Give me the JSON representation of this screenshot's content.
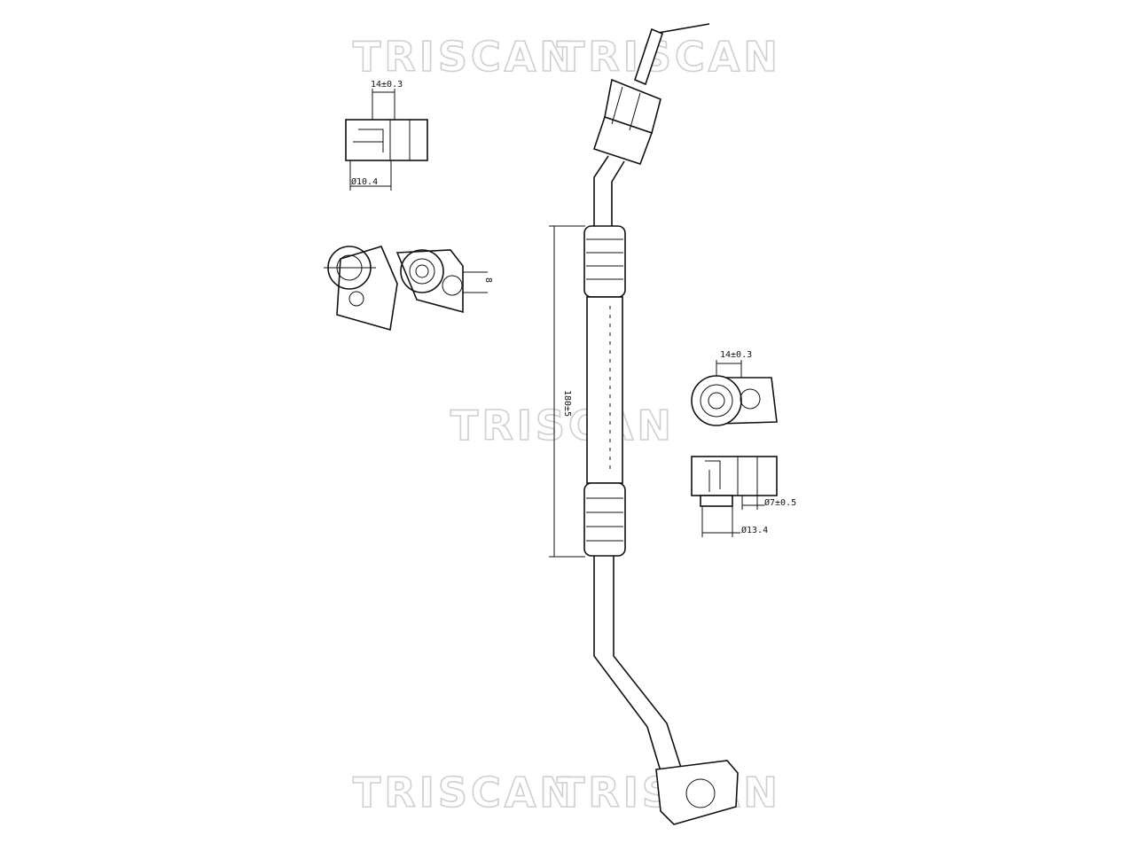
{
  "watermarks": {
    "top": "TRISCAN",
    "top_overlap": "TRISCAN",
    "center": "TRISCAN",
    "bottom": "TRISCAN",
    "bottom_overlap": "TRISCAN"
  },
  "dimensions": {
    "top_detail_width": "14±0.3",
    "top_detail_diameter": "Ø10.4",
    "side_view_thickness": "8",
    "right_detail_width": "14±0.3",
    "right_small_diameter": "Ø7±0.5",
    "right_large_diameter": "Ø13.4",
    "hose_length": "180±5"
  }
}
